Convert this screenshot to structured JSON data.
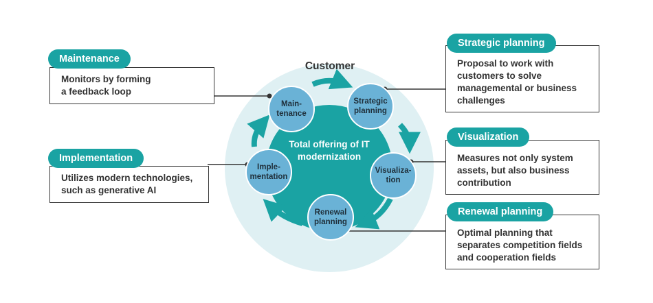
{
  "title": "Customer",
  "center": "Total offering of IT\nmodernization",
  "colors": {
    "teal": "#1aa3a3",
    "node": "#6ab2d6",
    "outer_ring": "#dff0f3",
    "text": "#333333"
  },
  "nodes": {
    "maintenance": "Main-\ntenance",
    "strategic": "Strategic\nplanning",
    "visualization": "Visualiza-\ntion",
    "renewal": "Renewal\nplanning",
    "implementation": "Imple-\nmentation"
  },
  "callouts": {
    "maintenance": {
      "title": "Maintenance",
      "text": "Monitors by forming\na feedback loop"
    },
    "implementation": {
      "title": "Implementation",
      "text": "Utilizes modern technologies,\nsuch as generative AI"
    },
    "strategic": {
      "title": "Strategic planning",
      "text": "Proposal to work with\ncustomers to solve\nmanagemental or business\nchallenges"
    },
    "visualization": {
      "title": "Visualization",
      "text": "Measures not only system\nassets, but also business\ncontribution"
    },
    "renewal": {
      "title": "Renewal planning",
      "text": "Optimal planning that\nseparates competition fields\nand cooperation fields"
    }
  }
}
